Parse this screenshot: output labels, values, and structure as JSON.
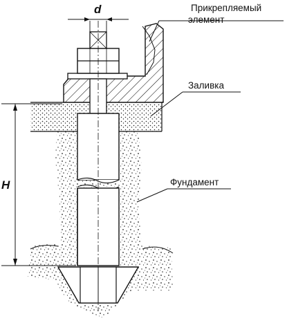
{
  "labels": {
    "attached_line1": "Прикрепляемый",
    "attached_line2": "элемент",
    "grout": "Заливка",
    "foundation": "Фундамент"
  },
  "dimensions": {
    "diameter": "d",
    "depth": "H"
  },
  "colors": {
    "stroke": "#111111",
    "fill": "#ffffff"
  }
}
